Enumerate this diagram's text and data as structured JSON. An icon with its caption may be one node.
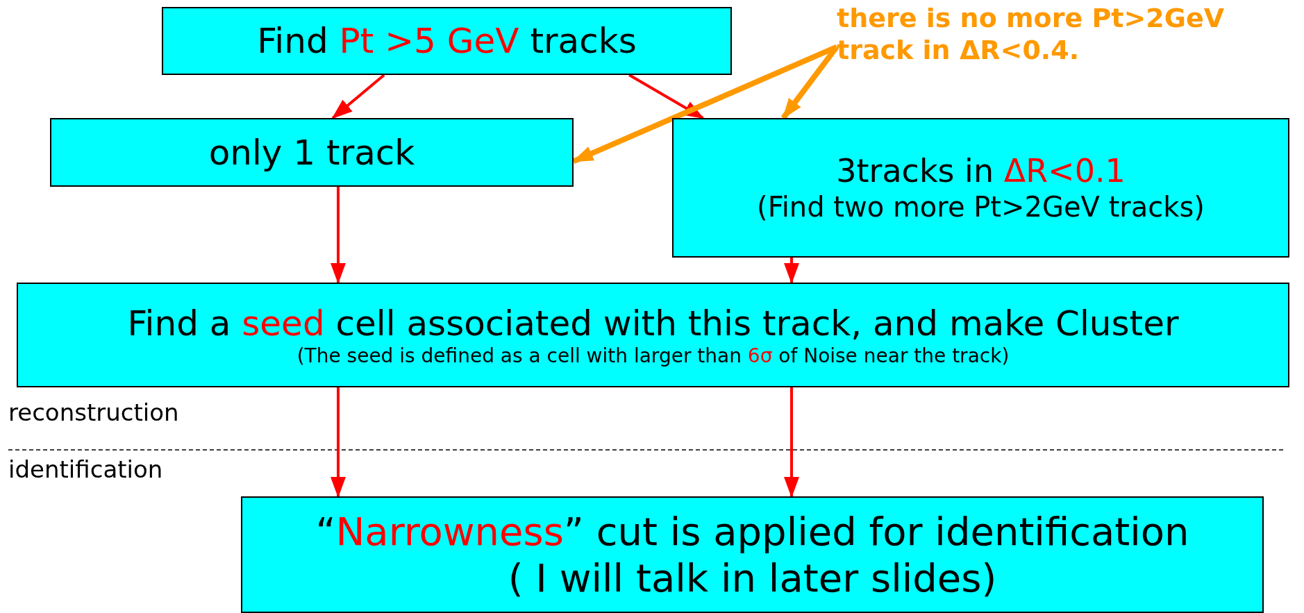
{
  "diagram": {
    "nodes": [
      {
        "text": [
          "Find Pt >5 GeV tracks"
        ]
      },
      {
        "text": [
          "only 1 track"
        ]
      },
      {
        "text": [
          "3tracks in ΔR<0.1",
          "(Find two more Pt>2GeV tracks)"
        ]
      },
      {
        "text": [
          "Find a seed cell associated with this track, and make Cluster",
          "(The seed is defined as a cell with larger than 6σ of Noise near the track)"
        ]
      },
      {
        "text": [
          "“Narrowness” cut is applied for identification",
          "( I will talk in later slides)"
        ]
      },
      {
        "text": [
          "there is no more Pt>2GeV track in ΔR<0.4."
        ]
      }
    ],
    "edges": [
      {
        "from": 0,
        "to": 1,
        "arrow": "to"
      },
      {
        "from": 0,
        "to": 2,
        "arrow": "to"
      },
      {
        "from": 5,
        "to": 1,
        "arrow": "to",
        "style": "thick",
        "color": "#ff9900"
      },
      {
        "from": 5,
        "to": 2,
        "arrow": "to",
        "style": "thick",
        "color": "#ff9900"
      },
      {
        "from": 1,
        "to": 3,
        "arrow": "to"
      },
      {
        "from": 2,
        "to": 3,
        "arrow": "to"
      },
      {
        "from": 3,
        "to": 4,
        "arrow": "to"
      },
      {
        "from": 3,
        "to": 4,
        "arrow": "to"
      }
    ],
    "labels": [
      "reconstruction",
      "identification"
    ]
  }
}
